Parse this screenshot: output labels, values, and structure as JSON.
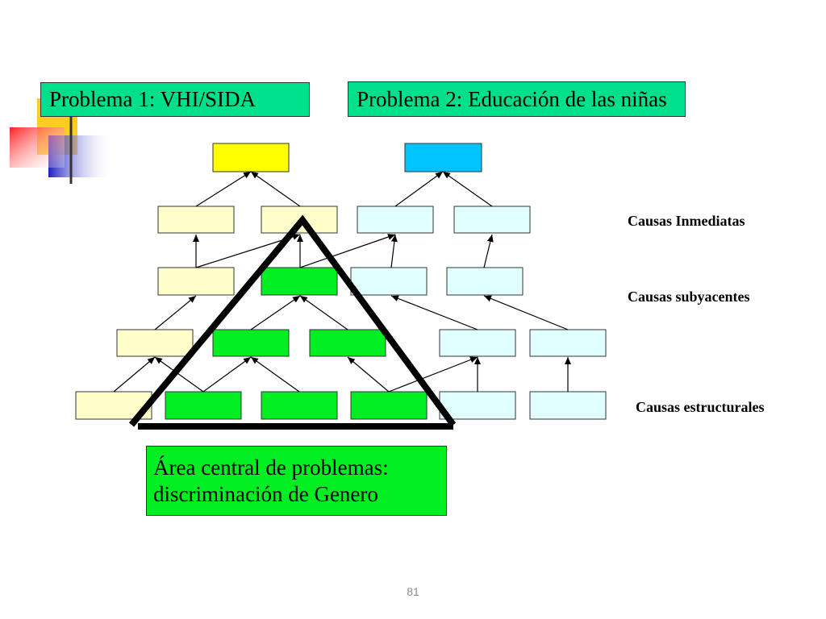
{
  "problems": [
    {
      "label": "Problema 1: VHI/SIDA",
      "color": "#ffff00"
    },
    {
      "label": "Problema 2: Educación de las niñas",
      "color": "#00c4ff"
    }
  ],
  "levels": {
    "immediate": "Causas Inmediatas",
    "underlying": "Causas subyacentes",
    "structural": "Causas estructurales"
  },
  "central_area": {
    "line1": "Área central de problemas:",
    "line2": "discriminación de Genero"
  },
  "colors": {
    "problem1_cause": "#ffffcc",
    "problem2_cause": "#e0ffff",
    "core_cause": "#00ee22",
    "title_box": "#00e08a"
  },
  "page_number": "81"
}
